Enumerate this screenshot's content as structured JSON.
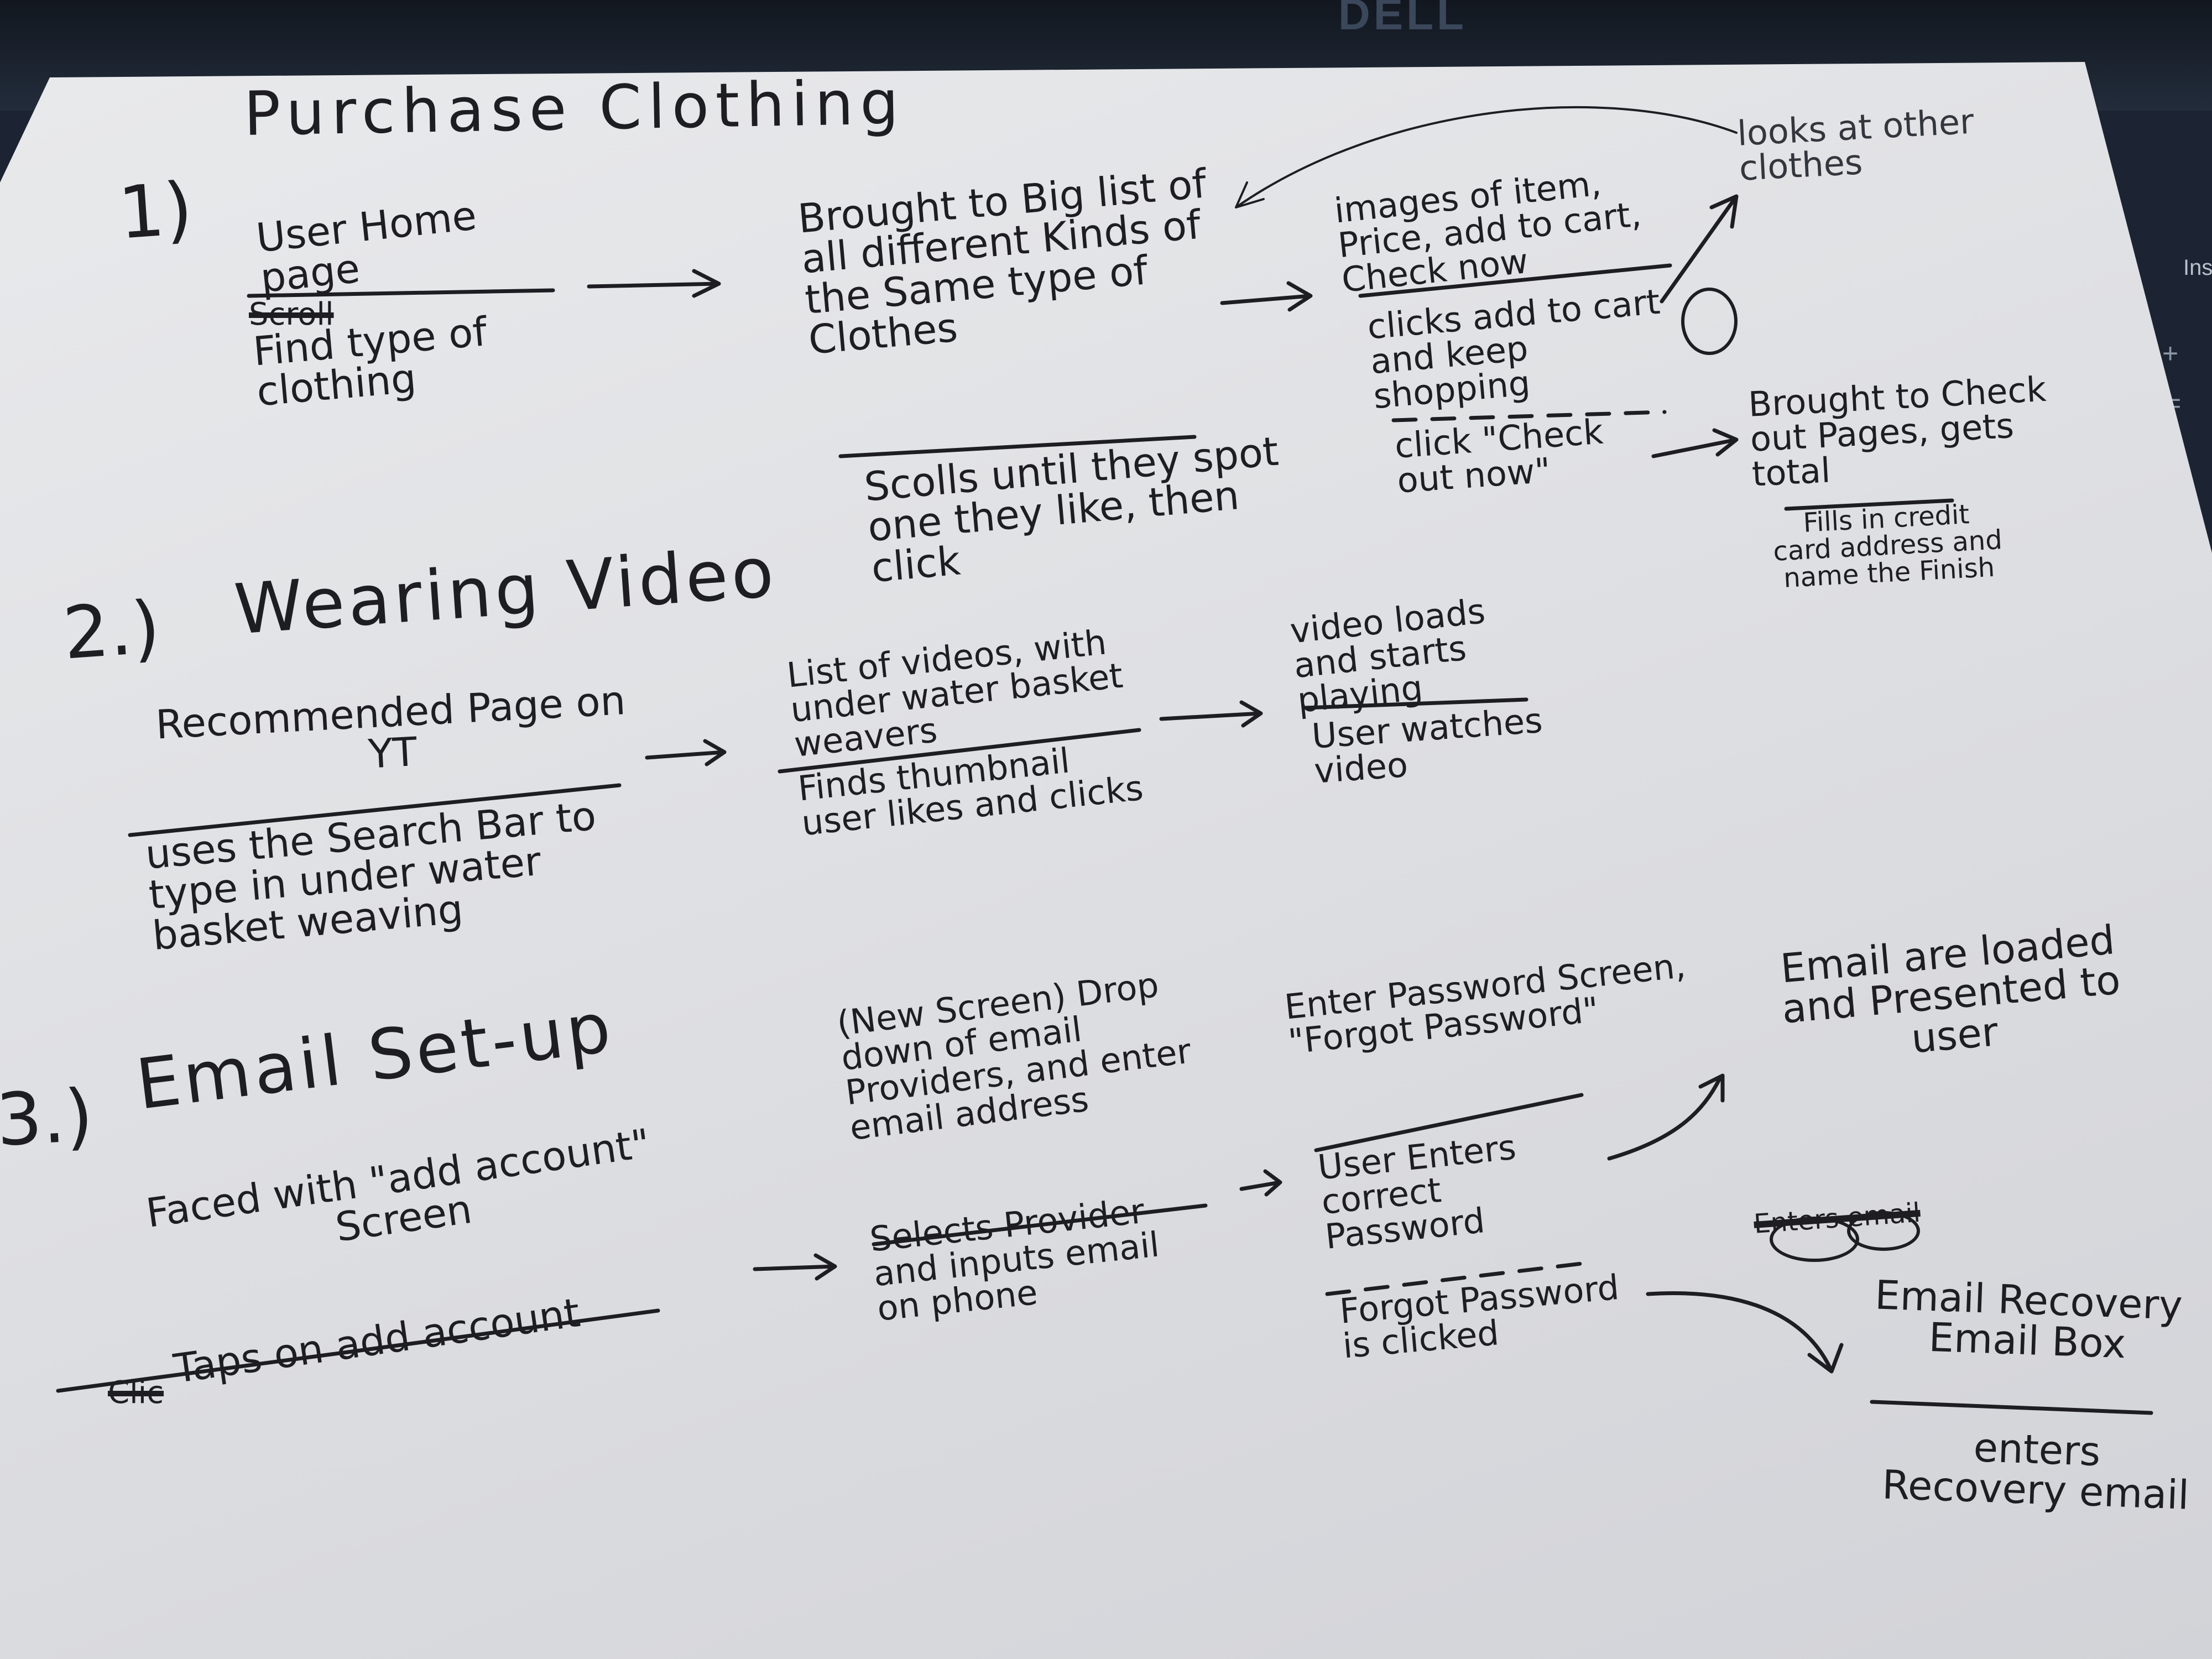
{
  "background": {
    "laptop_brand": "DELL",
    "keys": {
      "ins": "Ins",
      "plus": "+",
      "equals": "="
    }
  },
  "colors": {
    "ink": "#1d1d22",
    "paper": "#e4e5e8",
    "laptop": "#1c2433"
  },
  "title": "Purchase Clothing",
  "flows": [
    {
      "number": "1)",
      "steps": [
        {
          "screen": "User Home page",
          "crossed_out": "Scroll",
          "action": "Find type of clothing"
        },
        {
          "screen": "Brought to Big list of all different Kinds of the Same type of Clothes",
          "action": "Scolls until they spot one they like, then click"
        },
        {
          "screen": "images of item, Price, add to cart, Check now",
          "action": "clicks add to cart and keep shopping",
          "alternate_action": "click \"Check out now\""
        },
        {
          "screen": "Brought to Check out Pages, gets total",
          "action": "Fills in credit card address and name the Finish"
        }
      ],
      "annotation": "looks at other clothes"
    },
    {
      "number": "2.)",
      "heading": "Wearing Video",
      "steps": [
        {
          "screen": "Recommended Page on YT",
          "action": "uses the Search Bar to type in under water basket weaving"
        },
        {
          "screen": "List of videos, with under water basket weavers",
          "action": "Finds thumbnail user likes and clicks"
        },
        {
          "screen": "video loads and starts playing",
          "action": "User watches video"
        }
      ]
    },
    {
      "number": "3.)",
      "heading": "Email Set-up",
      "steps": [
        {
          "screen": "Faced with \"add account\" Screen",
          "crossed_out": "Clic",
          "action": "Taps on add account"
        },
        {
          "screen": "(New Screen) Drop down of email Providers, and enter email address",
          "action": "Selects Provider and inputs email on phone"
        },
        {
          "screen": "Enter Password Screen, \"Forgot Password\"",
          "action": "User Enters correct Password",
          "alternate_action": "Forgot Password is clicked"
        },
        {
          "screen": "Email are loaded and Presented to user"
        },
        {
          "crossed_out": "Enters email",
          "screen": "Email Recovery Email Box",
          "action": "enters Recovery email"
        }
      ]
    }
  ]
}
